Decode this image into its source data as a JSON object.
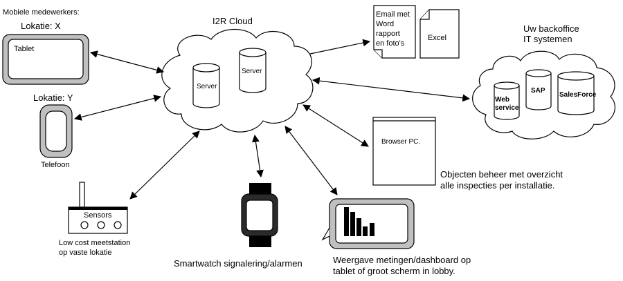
{
  "mobile_workers": {
    "heading": "Mobiele medewerkers:",
    "location_x": "Lokatie: X",
    "location_y": "Lokatie: Y",
    "tablet_label": "Tablet",
    "phone_label": "Telefoon"
  },
  "cloud": {
    "title": "I2R Cloud",
    "server_1": "Server",
    "server_2": "Server"
  },
  "documents": {
    "email_lines": [
      "Email met",
      "Word",
      "rapport",
      "en foto's"
    ],
    "excel": "Excel"
  },
  "backoffice": {
    "title_lines": [
      "Uw backoffice",
      "IT systemen"
    ],
    "webservice_lines": [
      "Web",
      "service"
    ],
    "sap": "SAP",
    "salesforce": "SalesForce"
  },
  "browser_pc": {
    "label": "Browser PC.",
    "caption_lines": [
      "Objecten beheer met overzicht",
      "alle inspecties per installatie."
    ]
  },
  "sensors": {
    "label": "Sensors",
    "caption_lines": [
      "Low cost meetstation",
      "op vaste lokatie"
    ]
  },
  "smartwatch": {
    "caption": "Smartwatch signalering/alarmen"
  },
  "dashboard": {
    "caption_lines": [
      "Weergave metingen/dashboard op",
      "tablet of groot scherm in lobby."
    ]
  }
}
